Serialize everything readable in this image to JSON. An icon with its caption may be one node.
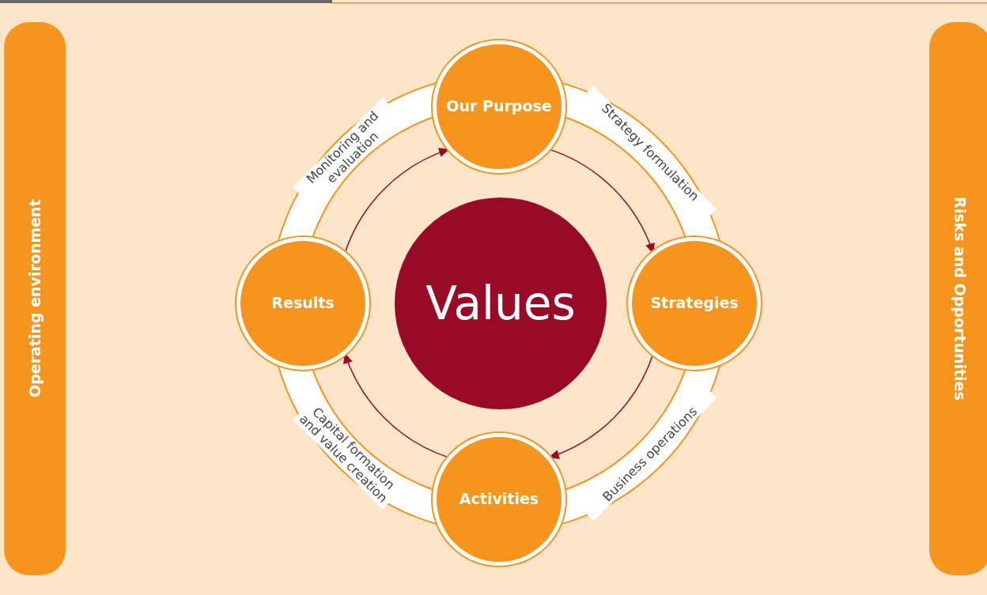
{
  "diagram": {
    "nodes": [
      {
        "text": [
          "Operating environment"
        ]
      },
      {
        "text": [
          "Risks and Opportunities"
        ]
      },
      {
        "text": [
          "Values"
        ]
      },
      {
        "text": [
          "Our Purpose"
        ]
      },
      {
        "text": [
          "Strategies"
        ]
      },
      {
        "text": [
          "Activities"
        ]
      },
      {
        "text": [
          "Results"
        ]
      }
    ],
    "edges": [
      {
        "from": 3,
        "to": 4,
        "arrow": "to",
        "label": "Strategy formulation"
      },
      {
        "from": 4,
        "to": 5,
        "arrow": "to",
        "label": "Business operations"
      },
      {
        "from": 5,
        "to": 6,
        "arrow": "to",
        "label": "Capital formation and value creation"
      },
      {
        "from": 6,
        "to": 3,
        "arrow": "to",
        "label": "Monitoring and evaluation"
      }
    ]
  }
}
